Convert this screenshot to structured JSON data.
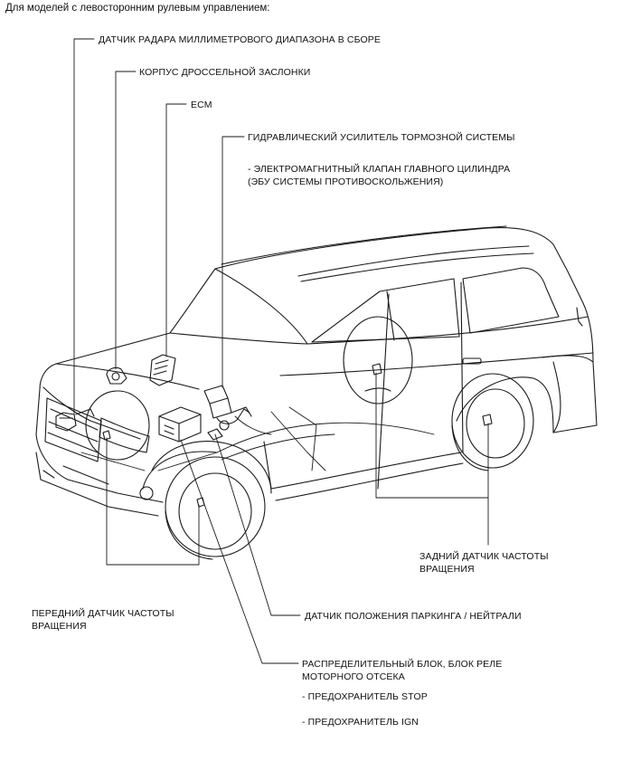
{
  "heading": "Для моделей с левосторонним рулевым управлением:",
  "labels": {
    "radar": "ДАТЧИК РАДАРА МИЛЛИМЕТРОВОГО ДИАПАЗОНА В СБОРЕ",
    "throttle": "КОРПУС ДРОССЕЛЬНОЙ ЗАСЛОНКИ",
    "ecm": "ECM",
    "booster": "ГИДРАВЛИЧЕСКИЙ УСИЛИТЕЛЬ ТОРМОЗНОЙ СИСТЕМЫ",
    "booster_sub_1": "- ЭЛЕКТРОМАГНИТНЫЙ КЛАПАН ГЛАВНОГО ЦИЛИНДРА",
    "booster_sub_2": "(ЭБУ СИСТЕМЫ ПРОТИВОСКОЛЬЖЕНИЯ)",
    "rear_sensor_1": "ЗАДНИЙ ДАТЧИК ЧАСТОТЫ",
    "rear_sensor_2": "ВРАЩЕНИЯ",
    "front_sensor_1": "ПЕРЕДНИЙ ДАТЧИК ЧАСТОТЫ",
    "front_sensor_2": "ВРАЩЕНИЯ",
    "park_neutral": "ДАТЧИК ПОЛОЖЕНИЯ ПАРКИНГА / НЕЙТРАЛИ",
    "junction_1": "РАСПРЕДЕЛИТЕЛЬНЫЙ БЛОК, БЛОК РЕЛЕ",
    "junction_2": "МОТОРНОГО ОТСЕКА",
    "fuse_stop": "- ПРЕДОХРАНИТЕЛЬ STOP",
    "fuse_ign": "- ПРЕДОХРАНИТЕЛЬ IGN"
  }
}
